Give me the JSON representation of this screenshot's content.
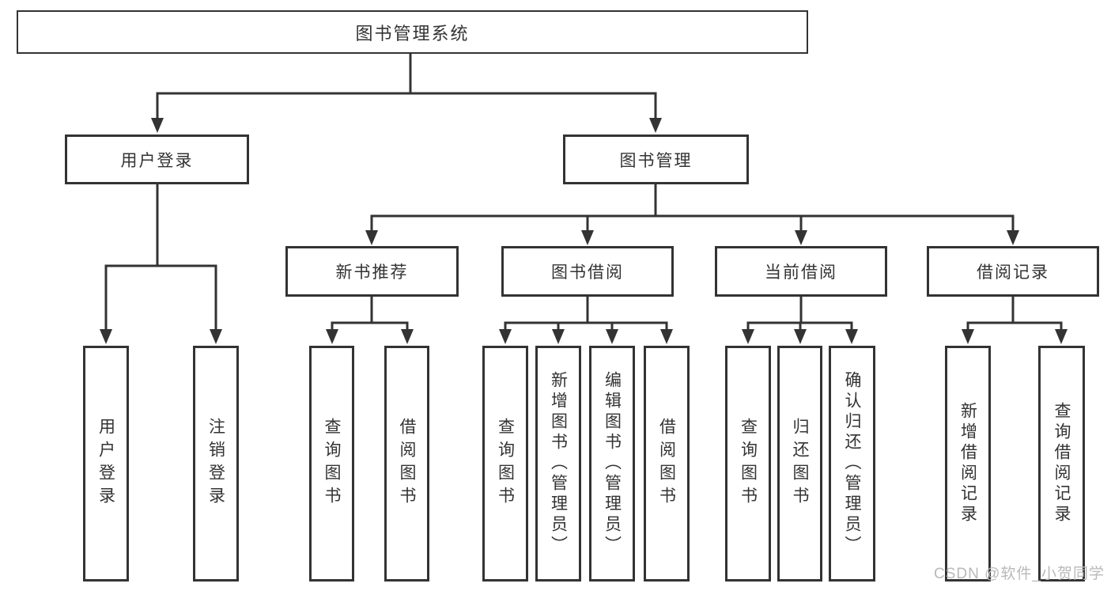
{
  "tree": {
    "root": {
      "label": "图书管理系统"
    },
    "level2": [
      {
        "label": "用户登录",
        "leaves": [
          {
            "label": "用户登录"
          },
          {
            "label": "注销登录"
          }
        ]
      },
      {
        "label": "图书管理",
        "groups": [
          {
            "label": "新书推荐",
            "leaves": [
              {
                "label": "查询图书"
              },
              {
                "label": "借阅图书"
              }
            ]
          },
          {
            "label": "图书借阅",
            "leaves": [
              {
                "label": "查询图书"
              },
              {
                "label": "新增图书（管理员）"
              },
              {
                "label": "编辑图书（管理员）"
              },
              {
                "label": "借阅图书"
              }
            ]
          },
          {
            "label": "当前借阅",
            "leaves": [
              {
                "label": "查询图书"
              },
              {
                "label": "归还图书"
              },
              {
                "label": "确认归还（管理员）"
              }
            ]
          },
          {
            "label": "借阅记录",
            "leaves": [
              {
                "label": "新增借阅记录"
              },
              {
                "label": "查询借阅记录"
              }
            ]
          }
        ]
      }
    ]
  },
  "watermark": {
    "text": "CSDN @软件_小贺同学"
  },
  "colors": {
    "line": "#333333",
    "box_border": "#333333",
    "box_fill": "#ffffff",
    "text": "#333333",
    "background": "#ffffff",
    "watermark": "#b9b9b9"
  }
}
